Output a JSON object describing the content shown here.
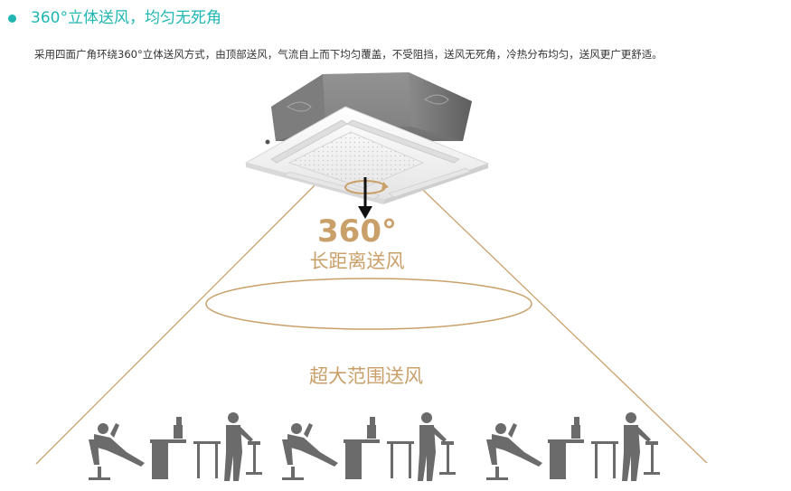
{
  "header": {
    "title": "360°立体送风，均匀无死角",
    "description": "采用四面广角环绕360°立体送风方式，由顶部送风，气流自上而下均匀覆盖，不受阻挡，送风无死角，冷热分布均匀，送风更广更舒适。"
  },
  "diagram": {
    "degree_label": "360°",
    "long_distance_label": "长距离送风",
    "wide_range_label": "超大范围送风"
  },
  "colors": {
    "accent_teal": "#1fb6b2",
    "label_tan": "#c9a06a",
    "line_tan": "#c9a06a",
    "silhouette": "#6b6b6b"
  },
  "icons": [
    "cassette-ac-unit",
    "down-arrow-icon",
    "rotation-arrow-icon",
    "office-worker-silhouette"
  ]
}
